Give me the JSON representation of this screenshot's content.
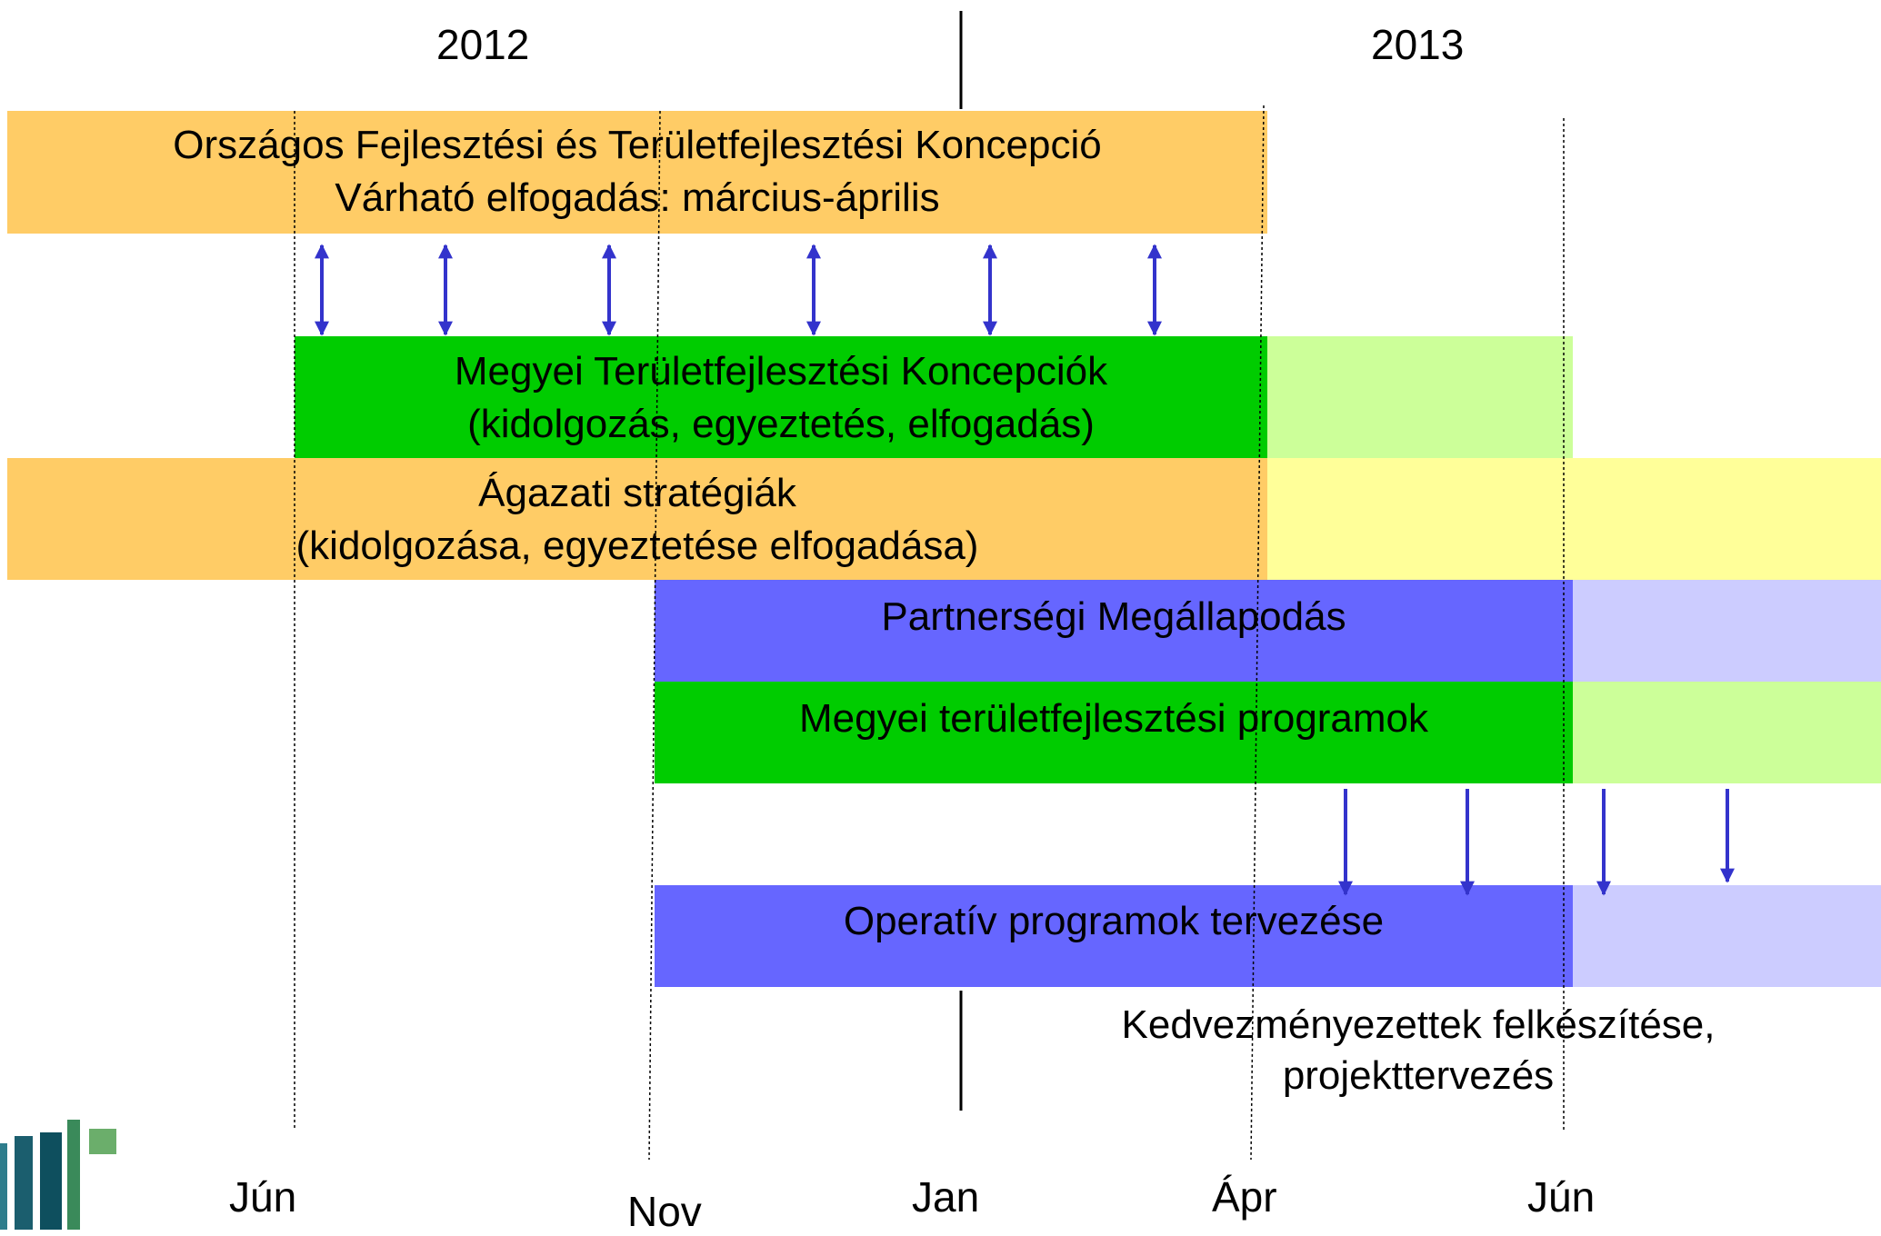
{
  "timeline": {
    "years": [
      "2012",
      "2013"
    ],
    "months": [
      "Jún",
      "Nov",
      "Jan",
      "Ápr",
      "Jún"
    ]
  },
  "bars": {
    "national_concept": {
      "line1": "Országos Fejlesztési és Területfejlesztési Koncepció",
      "line2": "Várható elfogadás: március-április",
      "color": "#FFCC66"
    },
    "county_concepts": {
      "line1": "Megyei Területfejlesztési Koncepciók",
      "line2": "(kidolgozás, egyeztetés, elfogadás)",
      "color": "#00CC00",
      "extension_color": "#CCFF99"
    },
    "sector_strategies": {
      "line1": "Ágazati stratégiák",
      "line2": "(kidolgozása, egyeztetése elfogadása)",
      "color": "#FFCC66",
      "extension_color": "#FFFF99"
    },
    "partnership_agreement": {
      "line1": "Partnerségi Megállapodás",
      "color": "#6666FF",
      "extension_color": "#CCCCFF"
    },
    "county_programs": {
      "line1": "Megyei területfejlesztési programok",
      "color": "#00CC00",
      "extension_color": "#CCFF99"
    },
    "operative_programs": {
      "line1": "Operatív programok tervezése",
      "color": "#6666FF",
      "extension_color": "#CCCCFF"
    }
  },
  "note": {
    "line1": "Kedvezményezettek felkészítése,",
    "line2": "projekttervezés"
  },
  "arrow_color": "#3333CC",
  "logo_colors": [
    "#2E7D8C",
    "#1B5E6E",
    "#0E4F5E",
    "#3A8A5A",
    "#6BAE6B"
  ]
}
